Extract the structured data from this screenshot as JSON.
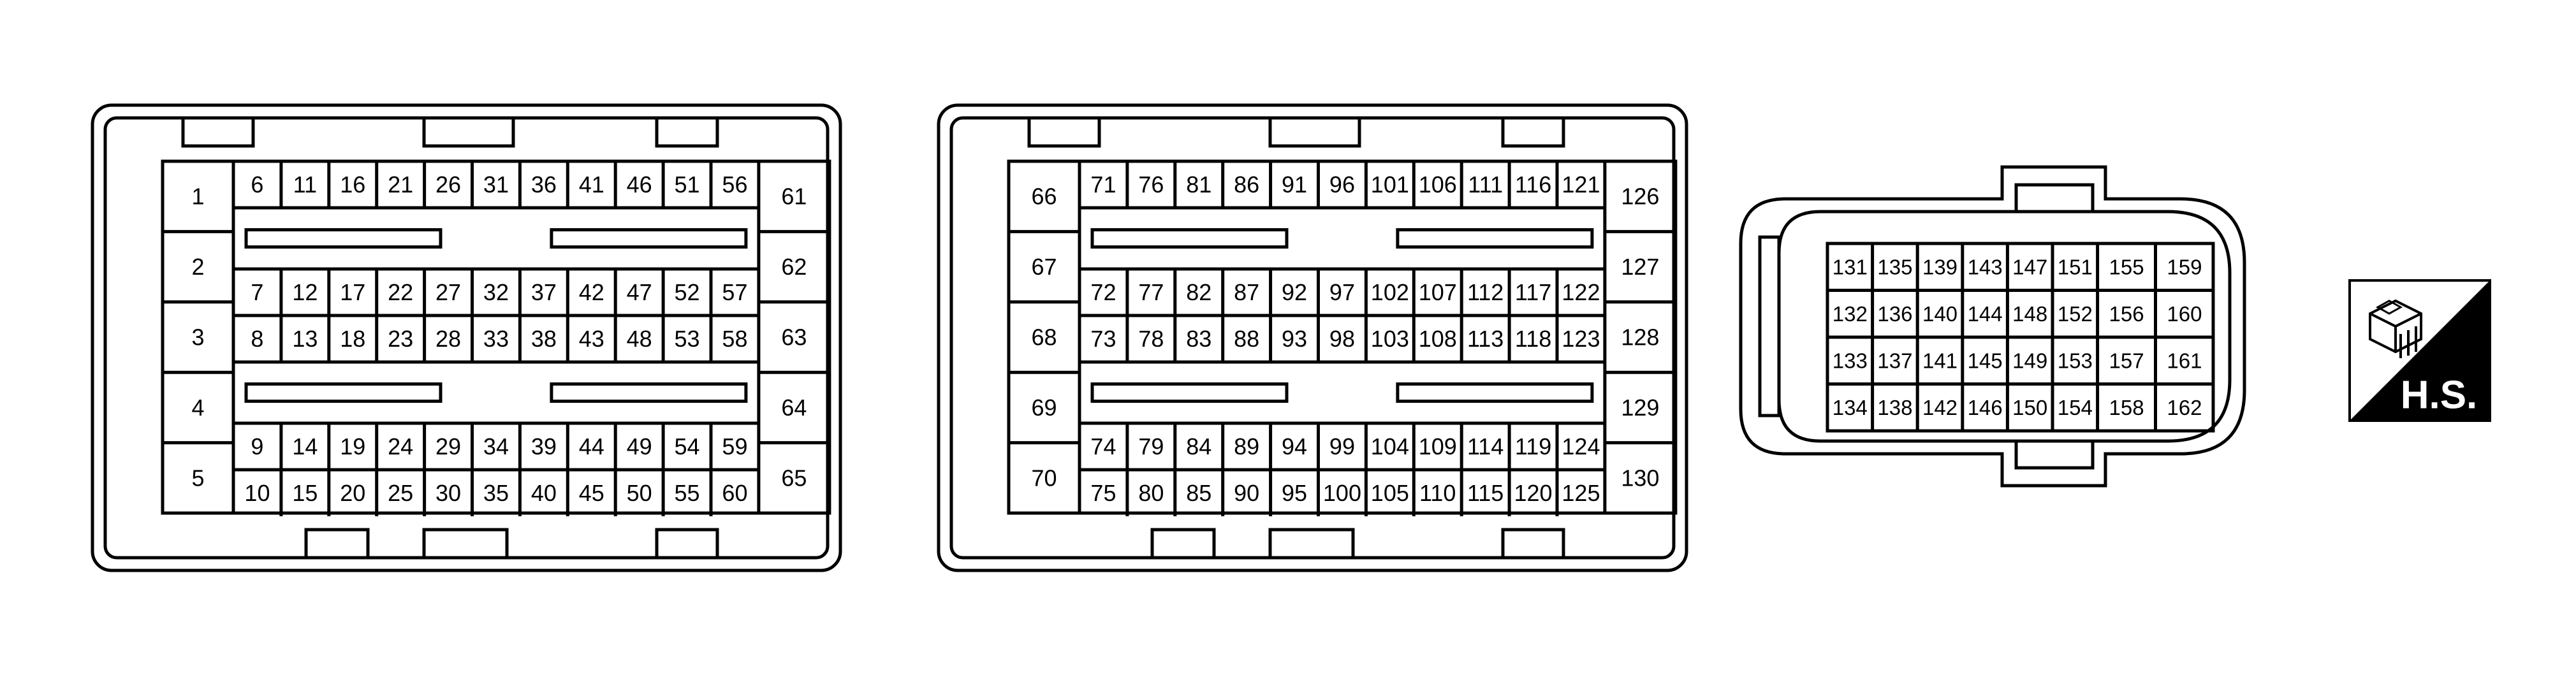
{
  "connector_1": {
    "left_column": [
      "1",
      "2",
      "3",
      "4",
      "5"
    ],
    "right_column": [
      "61",
      "62",
      "63",
      "64",
      "65"
    ],
    "rows": [
      [
        "6",
        "11",
        "16",
        "21",
        "26",
        "31",
        "36",
        "41",
        "46",
        "51",
        "56"
      ],
      [
        "7",
        "12",
        "17",
        "22",
        "27",
        "32",
        "37",
        "42",
        "47",
        "52",
        "57"
      ],
      [
        "8",
        "13",
        "18",
        "23",
        "28",
        "33",
        "38",
        "43",
        "48",
        "53",
        "58"
      ],
      [
        "9",
        "14",
        "19",
        "24",
        "29",
        "34",
        "39",
        "44",
        "49",
        "54",
        "59"
      ],
      [
        "10",
        "15",
        "20",
        "25",
        "30",
        "35",
        "40",
        "45",
        "50",
        "55",
        "60"
      ]
    ]
  },
  "connector_2": {
    "left_column": [
      "66",
      "67",
      "68",
      "69",
      "70"
    ],
    "right_column": [
      "126",
      "127",
      "128",
      "129",
      "130"
    ],
    "rows": [
      [
        "71",
        "76",
        "81",
        "86",
        "91",
        "96",
        "101",
        "106",
        "111",
        "116",
        "121"
      ],
      [
        "72",
        "77",
        "82",
        "87",
        "92",
        "97",
        "102",
        "107",
        "112",
        "117",
        "122"
      ],
      [
        "73",
        "78",
        "83",
        "88",
        "93",
        "98",
        "103",
        "108",
        "113",
        "118",
        "123"
      ],
      [
        "74",
        "79",
        "84",
        "89",
        "94",
        "99",
        "104",
        "109",
        "114",
        "119",
        "124"
      ],
      [
        "75",
        "80",
        "85",
        "90",
        "95",
        "100",
        "105",
        "110",
        "115",
        "120",
        "125"
      ]
    ]
  },
  "connector_3": {
    "rows": [
      [
        "131",
        "135",
        "139",
        "143",
        "147",
        "151",
        "155",
        "159"
      ],
      [
        "132",
        "136",
        "140",
        "144",
        "148",
        "152",
        "156",
        "160"
      ],
      [
        "133",
        "137",
        "141",
        "145",
        "149",
        "153",
        "157",
        "161"
      ],
      [
        "134",
        "138",
        "142",
        "146",
        "150",
        "154",
        "158",
        "162"
      ]
    ]
  },
  "hs_badge": {
    "label": "H.S.",
    "icon": "connector-harness-side-icon"
  }
}
